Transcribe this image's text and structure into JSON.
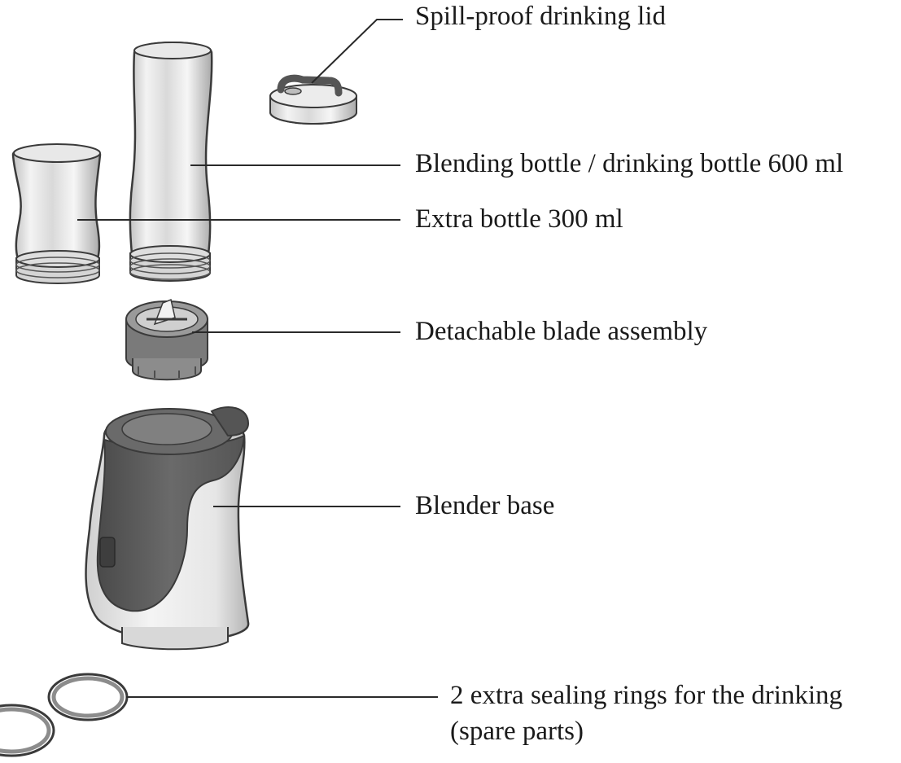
{
  "labels": {
    "lid": "Spill-proof drinking lid",
    "blending_bottle": "Blending bottle / drinking bottle 600 ml",
    "extra_bottle": "Extra bottle 300 ml",
    "blade": "Detachable blade assembly",
    "base": "Blender base",
    "rings_line1": "2 extra sealing rings for the drinking",
    "rings_line2": "(spare parts)"
  },
  "colors": {
    "outline": "#3a3a3a",
    "metal_light": "#f2f2f2",
    "metal_mid": "#c9c9c9",
    "metal_dark": "#8c8c8c",
    "base_dark": "#5a5a5a",
    "leader": "#2a2a2a"
  }
}
